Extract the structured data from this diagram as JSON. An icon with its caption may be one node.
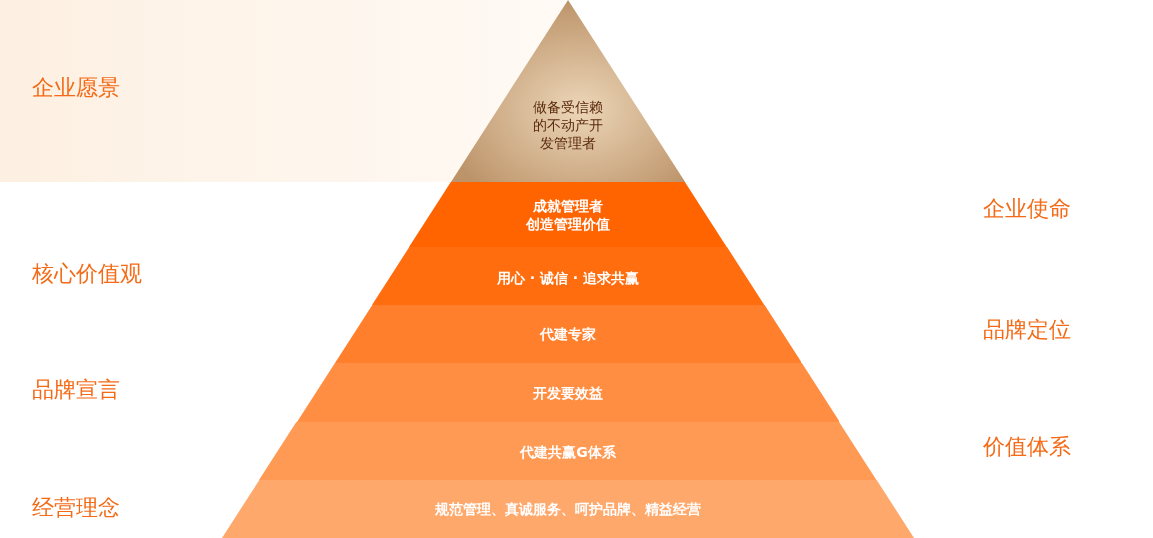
{
  "diagram": {
    "nodes": [
      {
        "text": [
          "做备受信赖的不动产开发管理者"
        ]
      },
      {
        "text": [
          "成就管理者",
          "创造管理价值"
        ]
      },
      {
        "text": [
          "用心 · 诚信 · 追求共赢"
        ]
      },
      {
        "text": [
          "代建专家"
        ]
      },
      {
        "text": [
          "开发要效益"
        ]
      },
      {
        "text": [
          "代建共赢G体系"
        ]
      },
      {
        "text": [
          "规范管理、真诚服务、呵护品牌、精益经营"
        ]
      }
    ],
    "labels": [
      "企业愿景",
      "企业使命",
      "核心价值观",
      "品牌定位",
      "品牌宣言",
      "价值体系",
      "经营理念"
    ]
  }
}
